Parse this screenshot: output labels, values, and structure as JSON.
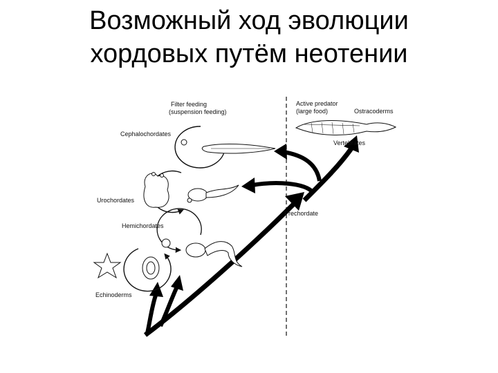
{
  "slide": {
    "title_line1": "Возможный ход эволюции",
    "title_line2": "хордовых путём неотении"
  },
  "diagram": {
    "labels": {
      "filter_feeding": "Filter feeding",
      "suspension_feeding": "(suspension feeding)",
      "cephalochordates": "Cephalochordates",
      "urochordates": "Urochordates",
      "hemichordates": "Hemichordates",
      "echinoderms": "Echinoderms",
      "active_predator": "Active predator",
      "large_food": "(large food)",
      "ostracoderms": "Ostracoderms",
      "vertebrates": "Vertebrates",
      "prechordate": "Prechordate"
    },
    "colors": {
      "ink": "#111111",
      "background": "#ffffff"
    },
    "icons": [
      "amphioxus-icon",
      "tunicate-icon",
      "tadpole-larva-icon",
      "acorn-worm-icon",
      "starfish-icon",
      "sea-lily-larva-icon",
      "ostracoderm-fish-icon"
    ]
  }
}
